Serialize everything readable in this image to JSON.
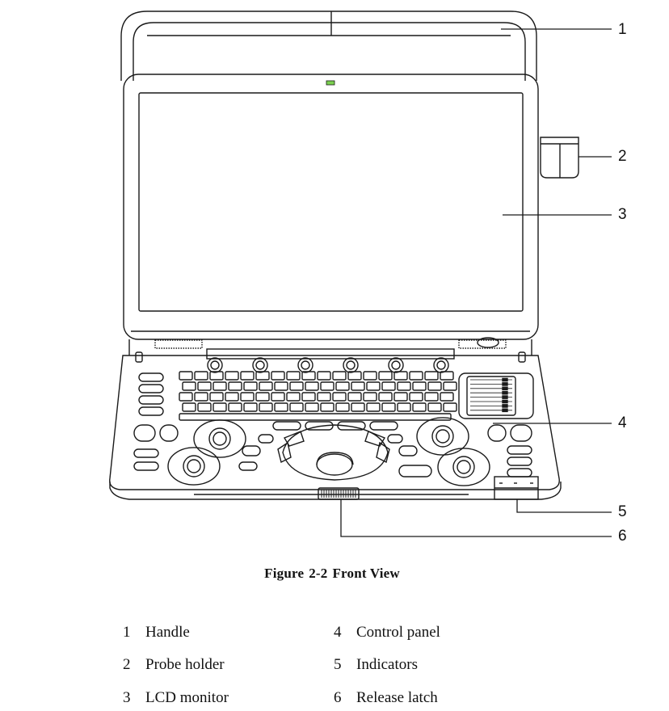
{
  "callouts": [
    "1",
    "2",
    "3",
    "4",
    "5",
    "6"
  ],
  "figure": {
    "label": "Figure",
    "number": "2-2",
    "title": "Front View"
  },
  "legend": [
    {
      "num": "1",
      "label": "Handle"
    },
    {
      "num": "2",
      "label": "Probe holder"
    },
    {
      "num": "3",
      "label": "LCD monitor"
    },
    {
      "num": "4",
      "label": "Control panel"
    },
    {
      "num": "5",
      "label": "Indicators"
    },
    {
      "num": "6",
      "label": "Release latch"
    }
  ],
  "colors": {
    "line": "#1a1a1a",
    "background": "#ffffff"
  }
}
